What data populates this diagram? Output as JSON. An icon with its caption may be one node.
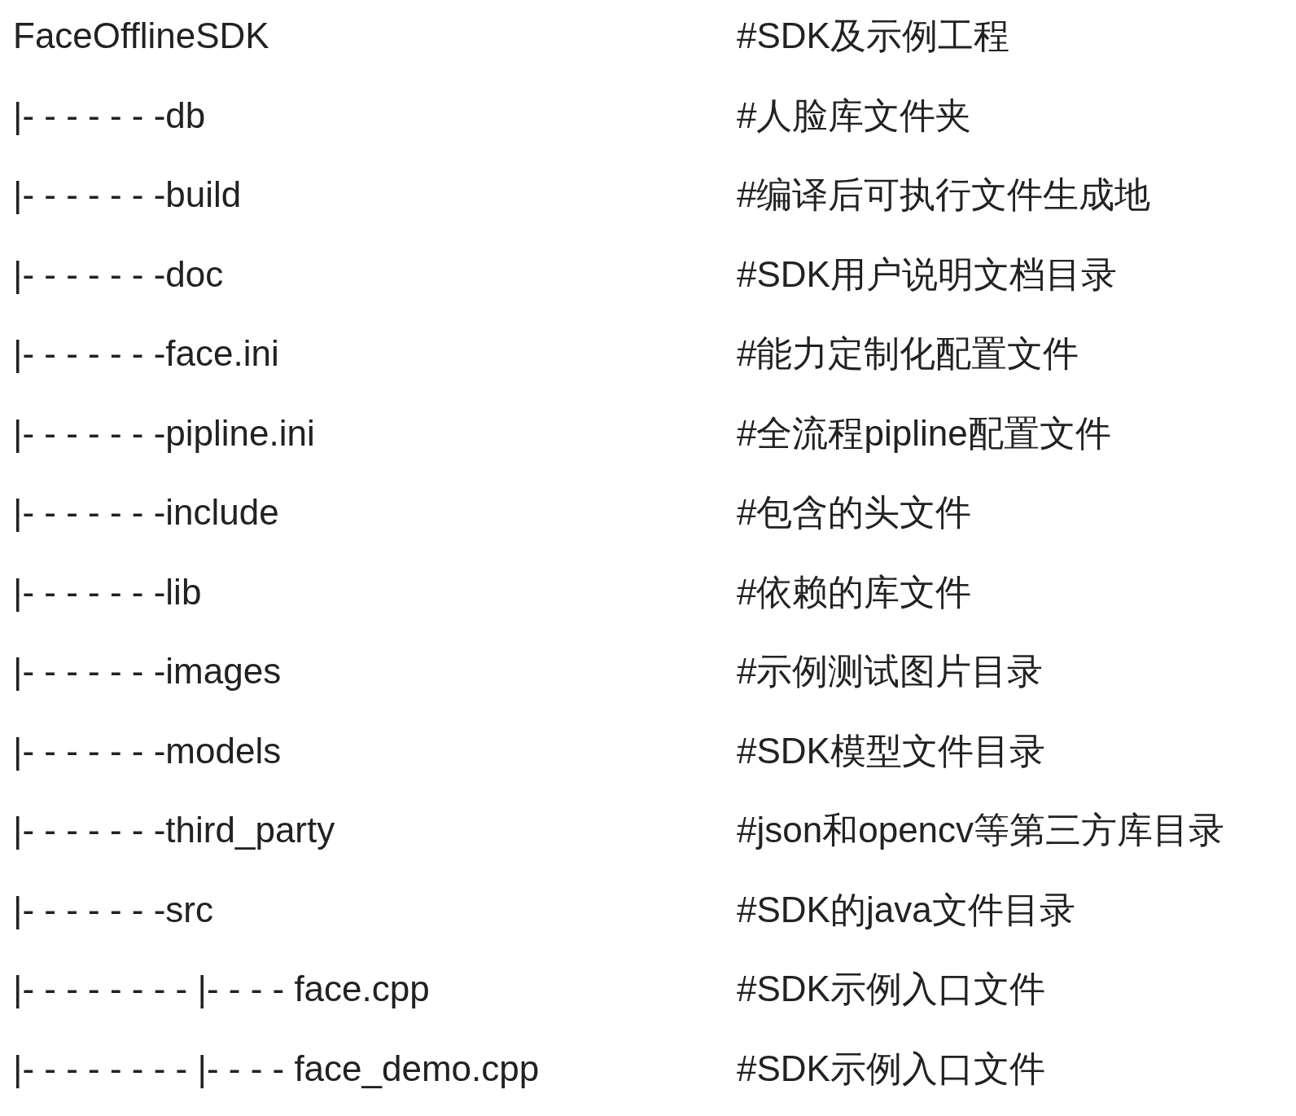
{
  "diagram": {
    "labels": [
      "FaceOfflineSDK",
      "#SDK及示例工程",
      "|- - - - - - -db",
      "#人脸库文件夹",
      "|- - - - - - -build",
      "#编译后可执行文件生成地",
      "|- - - - - - -doc",
      "#SDK用户说明文档目录",
      "|- - - - - - -face.ini",
      "#能力定制化配置文件",
      "|- - - - - - -pipline.ini",
      "#全流程pipline配置文件",
      "|- - - - - - -include",
      "#包含的头文件",
      "|- - - - - - -lib",
      "#依赖的库文件",
      "|- - - - - - -images",
      "#示例测试图片目录",
      "|- - - - - - -models",
      "#SDK模型文件目录",
      "|- - - - - - -third_party",
      "#json和opencv等第三方库目录",
      "|- - - - - - -src",
      "#SDK的java文件目录",
      "|- - - - - - - - |- - - - face.cpp",
      "#SDK示例入口文件",
      "|- - - - - - - - |- - - - face_demo.cpp",
      "#SDK示例入口文件"
    ]
  }
}
